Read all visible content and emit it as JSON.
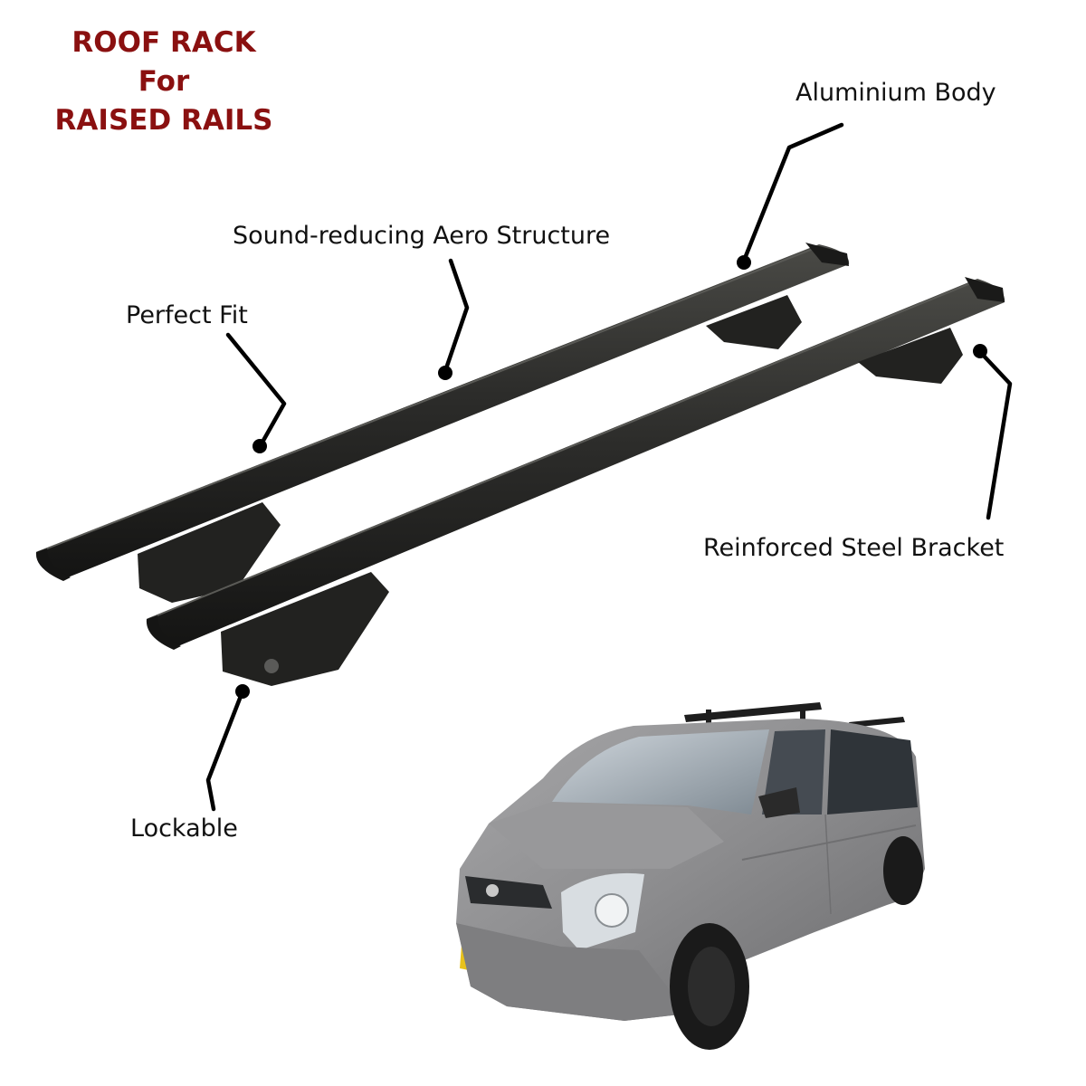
{
  "title": {
    "line1": "ROOF RACK",
    "line2": "For",
    "line3": "RAISED RAILS"
  },
  "callouts": {
    "aluminium_body": "Aluminium Body",
    "aero_structure": "Sound-reducing Aero Structure",
    "perfect_fit": "Perfect Fit",
    "steel_bracket": "Reinforced Steel Bracket",
    "lockable": "Lockable"
  },
  "colors": {
    "title": "#8a1010",
    "bar": "#2a2a28",
    "bracket": "#1f1f1e",
    "van_body": "#8d8d8f",
    "text": "#111111"
  }
}
